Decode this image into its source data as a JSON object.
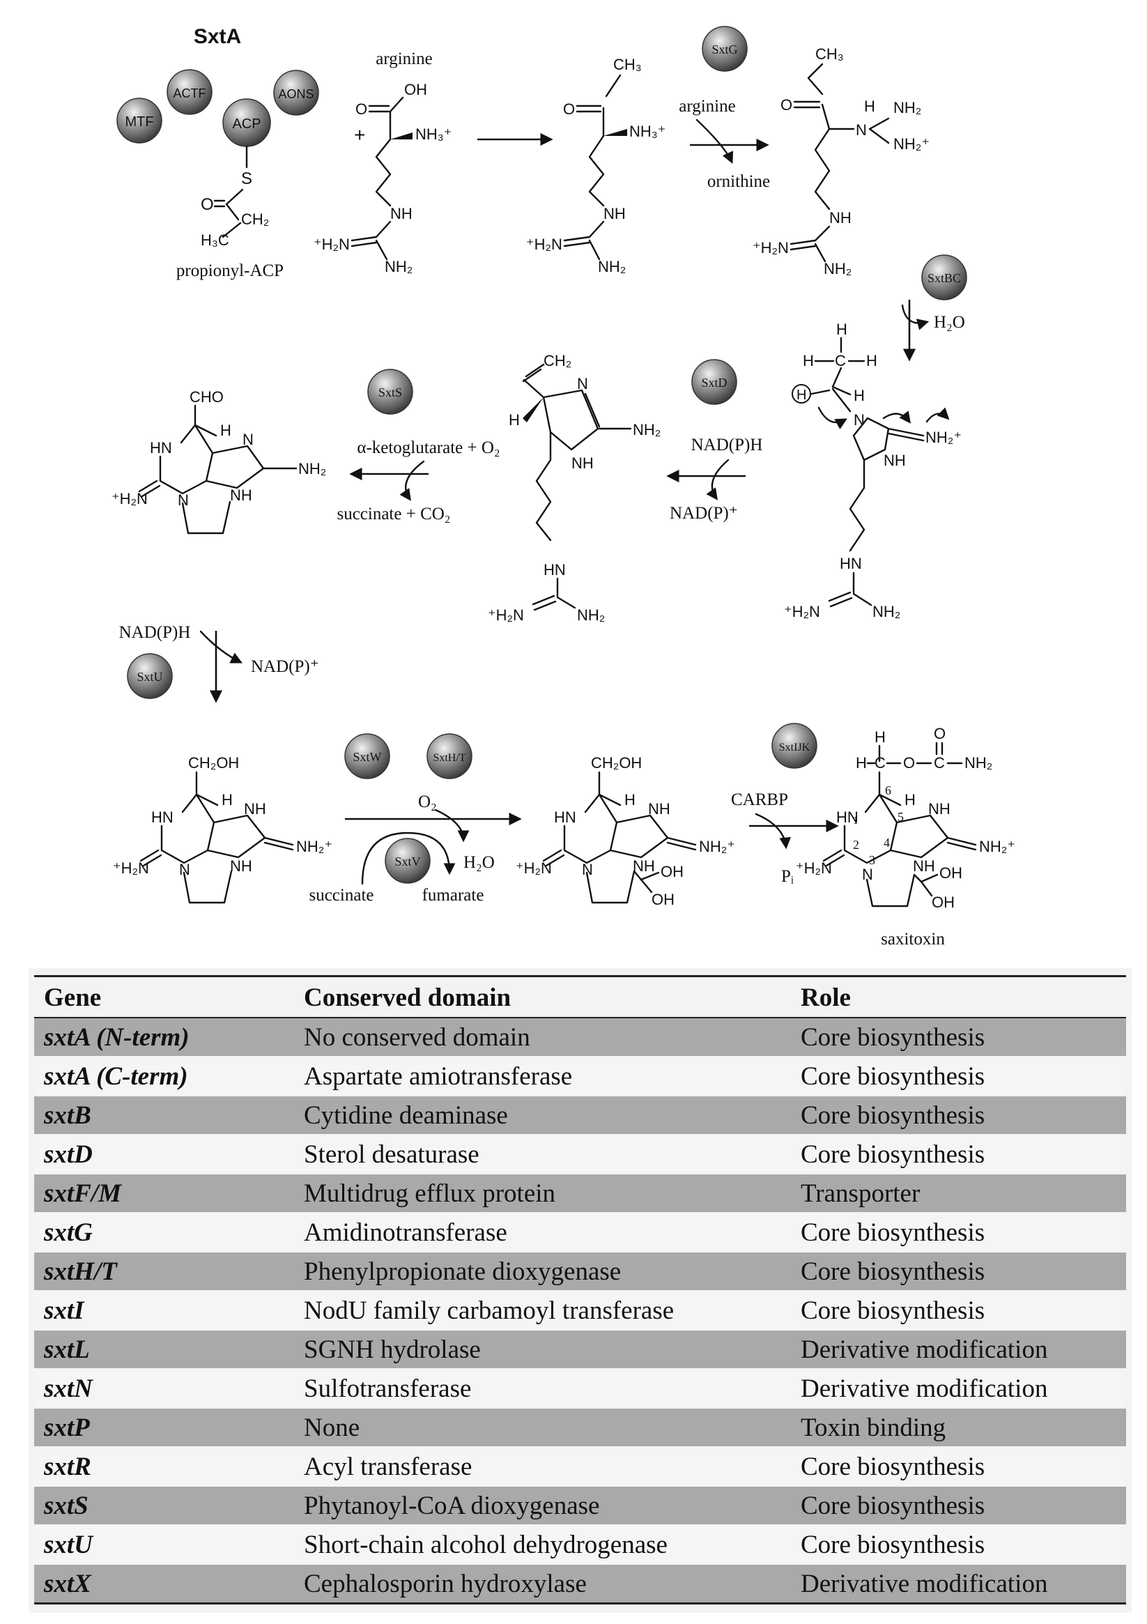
{
  "pathway": {
    "stage1": {
      "sxta_title": "SxtA",
      "domains": [
        "MTF",
        "ACTF",
        "ACP",
        "AONS"
      ],
      "propionyl_label": "propionyl-ACP",
      "arginine_label": "arginine",
      "plus": "+"
    },
    "enzymes": {
      "sxtg": "SxtG",
      "sxtbc": "SxtBC",
      "sxtd": "SxtD",
      "sxts": "SxtS",
      "sxtu": "SxtU",
      "sxtw": "SxtW",
      "sxtht": "SxtH/T",
      "sxtv": "SxtV",
      "sxtijk": "SxtIJK"
    },
    "cofactors": {
      "arginine": "arginine",
      "ornithine": "ornithine",
      "h2o": "H₂O",
      "nadph": "NAD(P)H",
      "nadp": "NAD(P)⁺",
      "akg": "α-ketoglutarate + O₂",
      "succ_co2": "succinate + CO₂",
      "o2": "O₂",
      "succinate": "succinate",
      "fumarate": "fumarate",
      "carbp": "CARBP",
      "pi": "Pᵢ"
    },
    "product_label": "saxitoxin"
  },
  "table": {
    "headers": {
      "gene": "Gene",
      "domain": "Conserved domain",
      "role": "Role"
    },
    "rows": [
      {
        "gene": "sxtA (N-term)",
        "domain": "No conserved domain",
        "role": "Core biosynthesis"
      },
      {
        "gene": "sxtA (C-term)",
        "domain": "Aspartate amiotransferase",
        "role": "Core biosynthesis"
      },
      {
        "gene": "sxtB",
        "domain": "Cytidine deaminase",
        "role": "Core biosynthesis"
      },
      {
        "gene": "sxtD",
        "domain": "Sterol desaturase",
        "role": "Core biosynthesis"
      },
      {
        "gene": "sxtF/M",
        "domain": "Multidrug efflux protein",
        "role": "Transporter"
      },
      {
        "gene": "sxtG",
        "domain": "Amidinotransferase",
        "role": "Core biosynthesis"
      },
      {
        "gene": "sxtH/T",
        "domain": "Phenylpropionate dioxygenase",
        "role": "Core biosynthesis"
      },
      {
        "gene": "sxtI",
        "domain": "NodU family carbamoyl transferase",
        "role": "Core biosynthesis"
      },
      {
        "gene": "sxtL",
        "domain": "SGNH hydrolase",
        "role": "Derivative modification"
      },
      {
        "gene": "sxtN",
        "domain": "Sulfotransferase",
        "role": "Derivative modification"
      },
      {
        "gene": "sxtP",
        "domain": "None",
        "role": "Toxin binding"
      },
      {
        "gene": "sxtR",
        "domain": "Acyl transferase",
        "role": "Core biosynthesis"
      },
      {
        "gene": "sxtS",
        "domain": "Phytanoyl-CoA dioxygenase",
        "role": "Core biosynthesis"
      },
      {
        "gene": "sxtU",
        "domain": "Short-chain alcohol dehydrogenase",
        "role": "Core biosynthesis"
      },
      {
        "gene": "sxtX",
        "domain": "Cephalosporin hydroxylase",
        "role": "Derivative modification"
      }
    ]
  }
}
